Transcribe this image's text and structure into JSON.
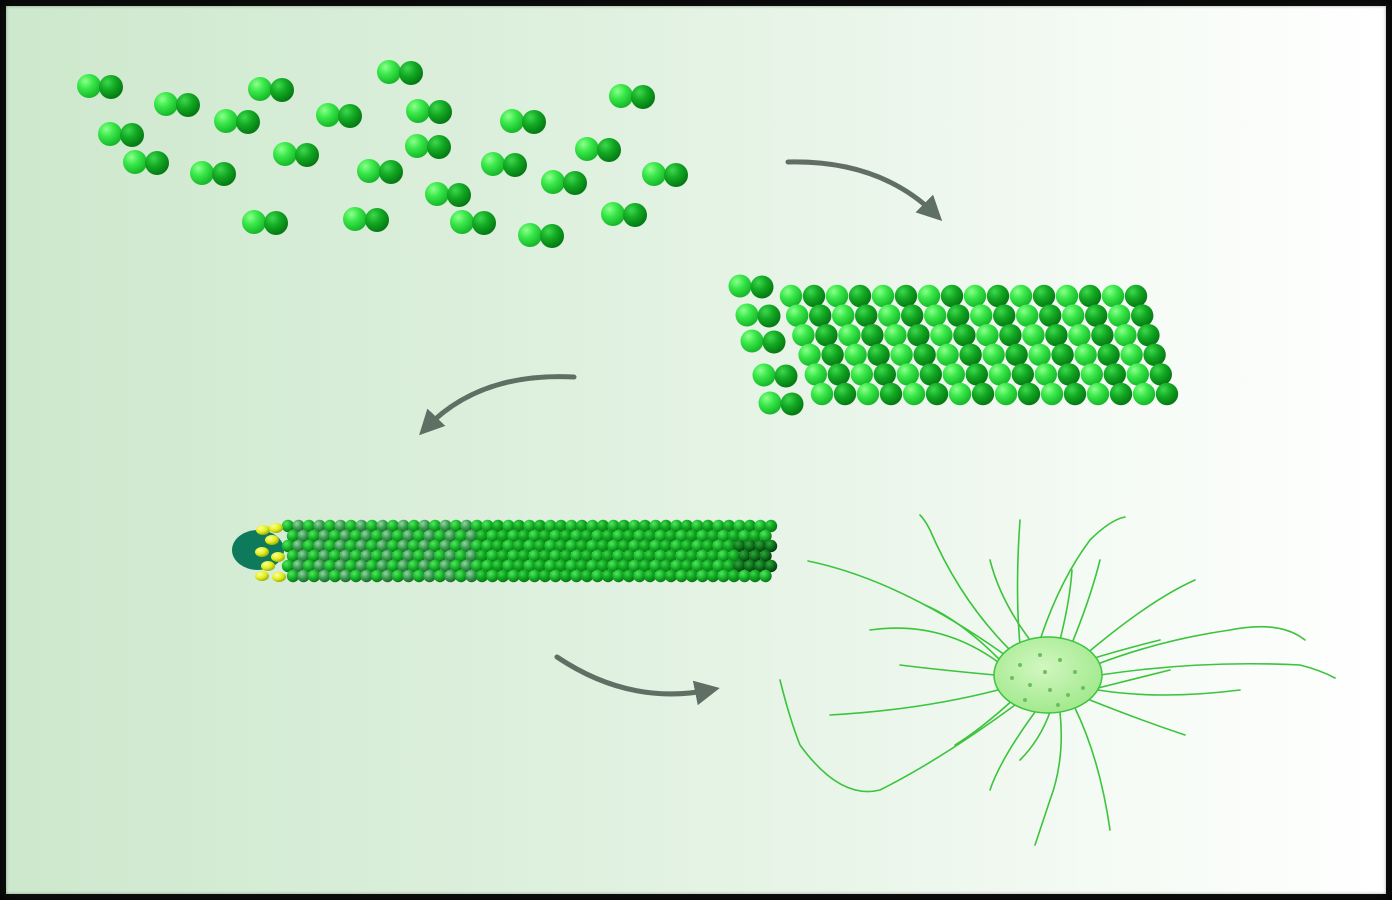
{
  "diagram": {
    "stages": [
      {
        "id": "free-dimers",
        "label": ""
      },
      {
        "id": "sheet",
        "label": ""
      },
      {
        "id": "tube",
        "label": ""
      },
      {
        "id": "aster",
        "label": ""
      }
    ]
  },
  "colors": {
    "background_left": "#cde8cd",
    "background_right": "#ffffff",
    "frame": "#111111",
    "alpha_tubulin": "#33ee44",
    "beta_tubulin": "#0da51c",
    "arrow": "#5f6f63",
    "cap_yellow": "#e4f01c",
    "cap_teal": "#0e7a5c",
    "aster_line": "#3cc43c",
    "aster_body": "#b8f0a0"
  },
  "icons": {
    "dimer": "tubulin-dimer-icon",
    "arrow": "curved-arrow-icon"
  }
}
